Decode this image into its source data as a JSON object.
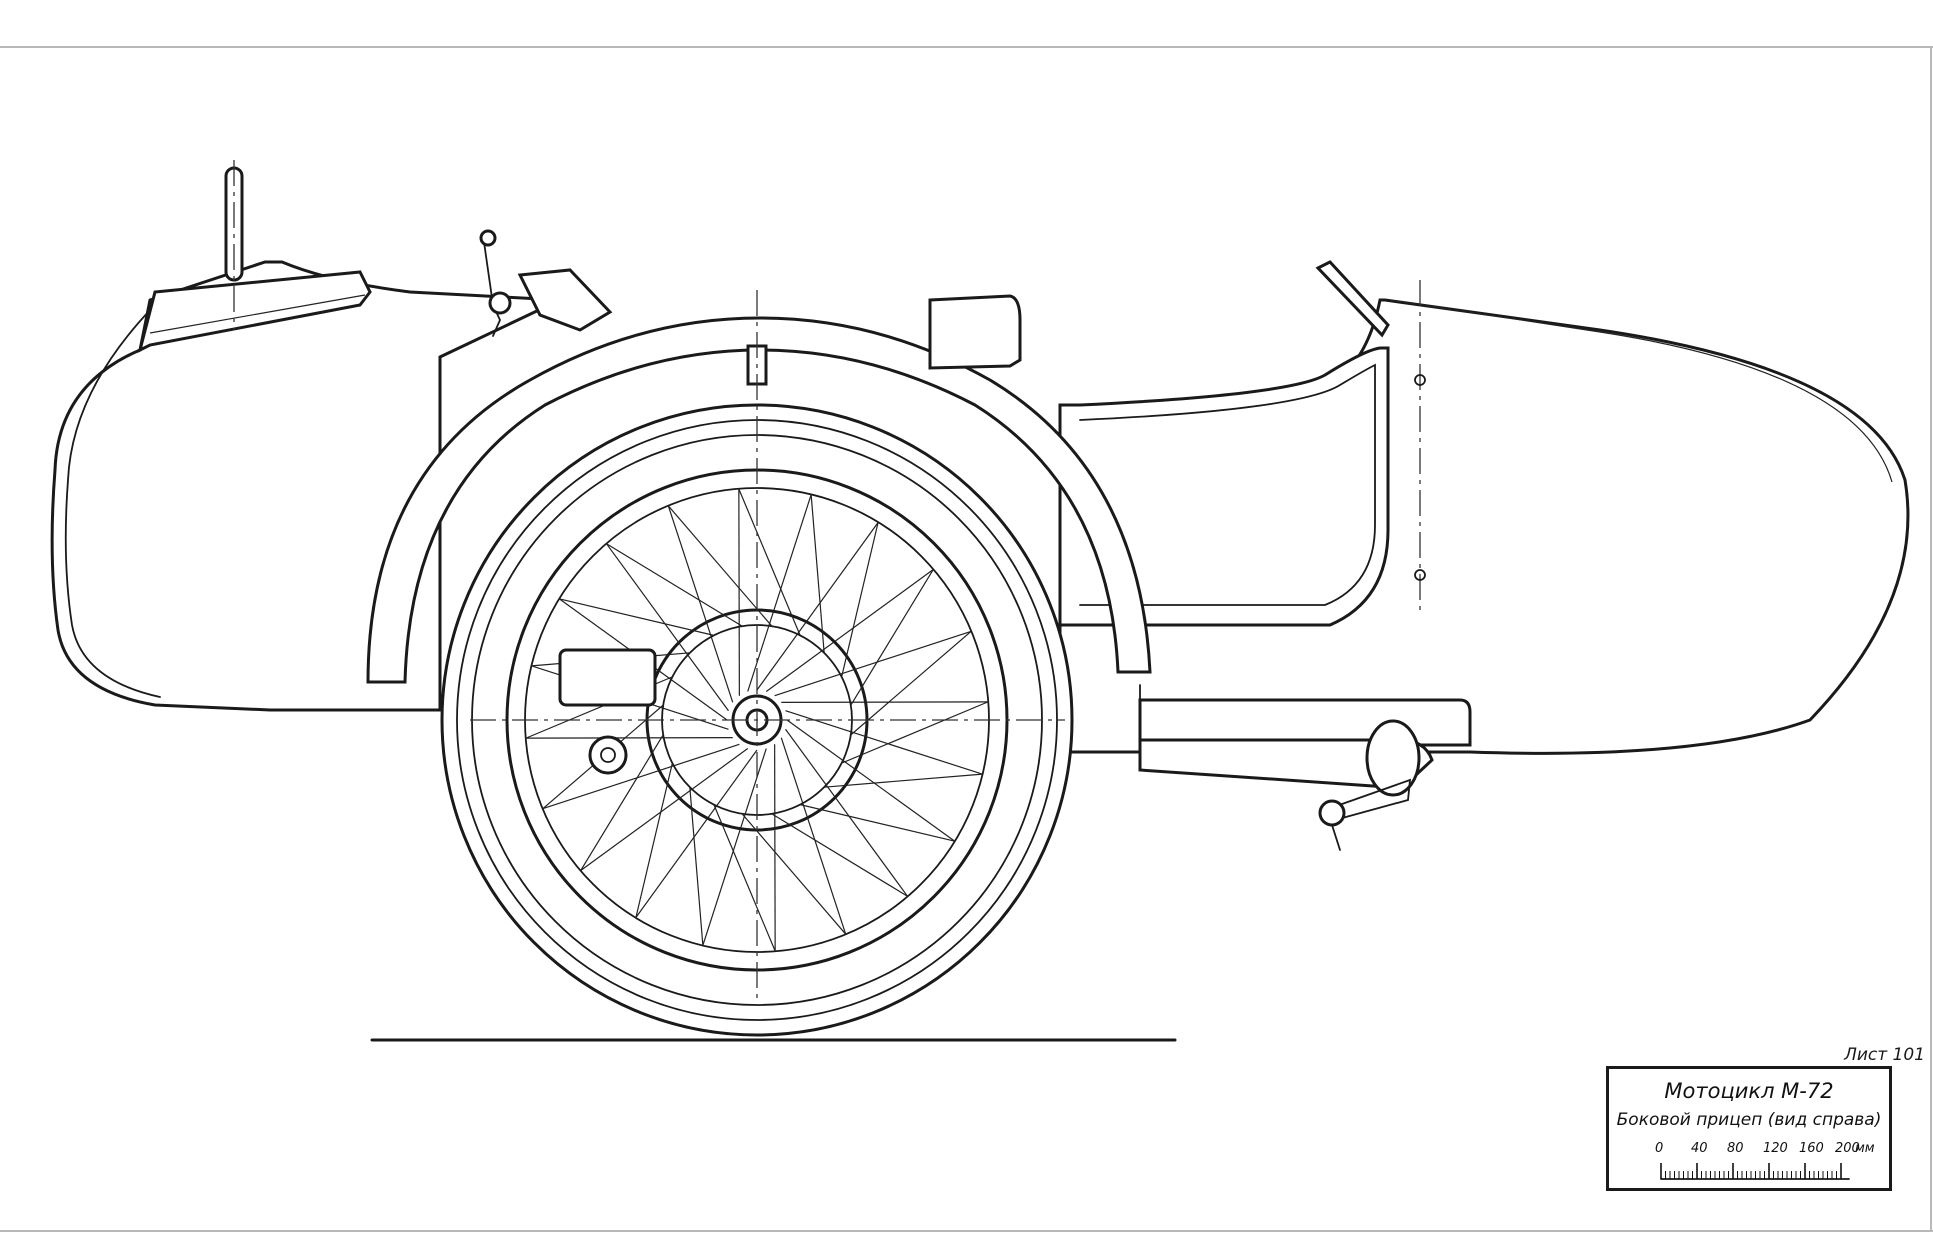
{
  "sheet": {
    "sheet_number": "Лист 101"
  },
  "title_block": {
    "title": "Мотоцикл М-72",
    "subtitle": "Боковой прицеп (вид справа)",
    "scale": {
      "ticks": [
        "0",
        "40",
        "80",
        "120",
        "160",
        "200"
      ],
      "unit": "мм"
    }
  },
  "colors": {
    "ink": "#1a1a1a",
    "paper": "#ffffff",
    "frame": "#b9b9b9"
  }
}
